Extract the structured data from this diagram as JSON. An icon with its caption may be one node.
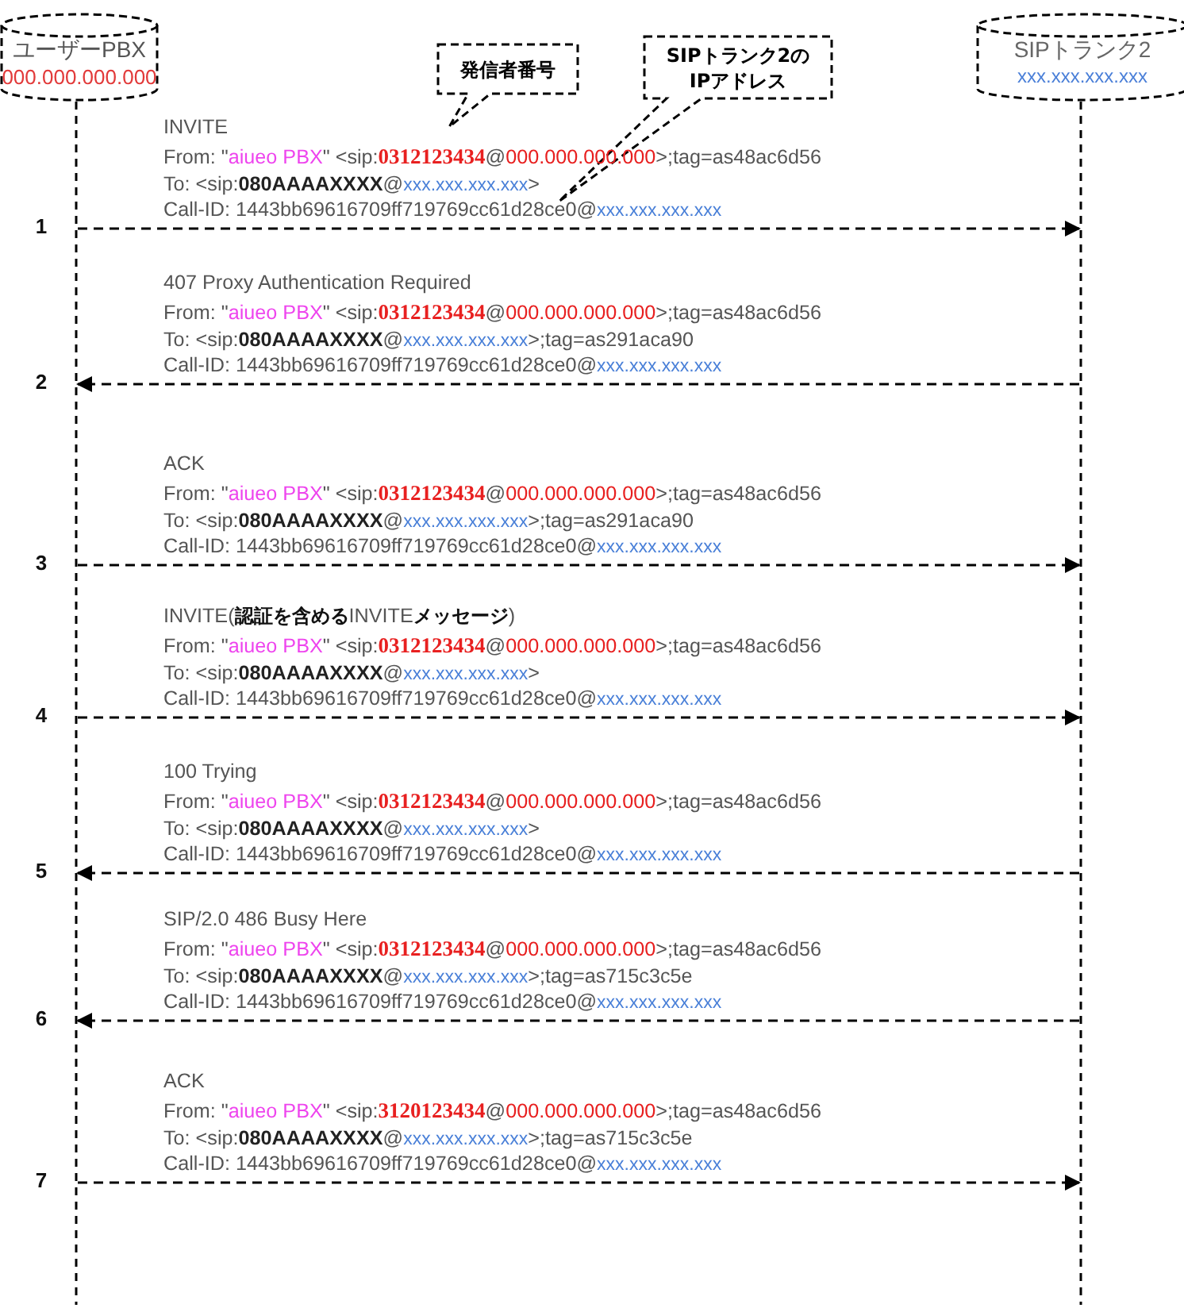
{
  "diagram": {
    "nodes": [
      {
        "text": [
          "ユーザーPBX",
          "000.000.000.000"
        ]
      },
      {
        "text": [
          "SIPトランク2",
          "xxx.xxx.xxx.xxx"
        ]
      },
      {
        "text": [
          "発信者番号"
        ]
      },
      {
        "text": [
          "SIPトランク2のIPアドレス"
        ]
      }
    ],
    "edges": [
      {
        "from": 0,
        "to": 1,
        "arrow": "to",
        "style": "dashed",
        "label": "INVITE"
      },
      {
        "from": 1,
        "to": 0,
        "arrow": "to",
        "style": "dashed",
        "label": "407 Proxy Authentication Required"
      },
      {
        "from": 0,
        "to": 1,
        "arrow": "to",
        "style": "dashed",
        "label": "ACK"
      },
      {
        "from": 0,
        "to": 1,
        "arrow": "to",
        "style": "dashed",
        "label": "INVITE(**認証を含める**INVITE**メッセージ**)"
      },
      {
        "from": 1,
        "to": 0,
        "arrow": "to",
        "style": "dashed",
        "label": "100 Trying"
      },
      {
        "from": 1,
        "to": 0,
        "arrow": "to",
        "style": "dashed",
        "label": "SIP/2.0 486 Busy Here"
      },
      {
        "from": 0,
        "to": 1,
        "arrow": "to",
        "style": "dashed",
        "label": "ACK"
      }
    ],
    "labels": [
      "From: \"aiueo PBX\" <sip:0312123434@000.000.000.000>;tag=as48ac6d56",
      "To: <sip:080AAAAXXXX@xxx.xxx.xxx.xxx>",
      "Call-ID: 1443bb69616709ff719769cc61d28ce0@xxx.xxx.xxx.xxx",
      "1",
      "From: \"aiueo PBX\" <sip:0312123434@000.000.000.000>;tag=as48ac6d56",
      "To: <sip:080AAAAXXXX@xxx.xxx.xxx.xxx>;tag=as291aca90",
      "Call-ID: 1443bb69616709ff719769cc61d28ce0@xxx.xxx.xxx.xxx",
      "2",
      "From: \"aiueo PBX\" <sip:0312123434@000.000.000.000>;tag=as48ac6d56",
      "To: <sip:080AAAAXXXX@xxx.xxx.xxx.xxx>;tag=as291aca90",
      "Call-ID: 1443bb69616709ff719769cc61d28ce0@xxx.xxx.xxx.xxx",
      "3",
      "From: \"aiueo PBX\" <sip:0312123434@000.000.000.000>;tag=as48ac6d56",
      "To: <sip:080AAAAXXXX@xxx.xxx.xxx.xxx>",
      "Call-ID: 1443bb69616709ff719769cc61d28ce0@xxx.xxx.xxx.xxx",
      "4",
      "From: \"aiueo PBX\" <sip:0312123434@000.000.000.000>;tag=as48ac6d56",
      "To: <sip:080AAAAXXXX@xxx.xxx.xxx.xxx>",
      "Call-ID: 1443bb69616709ff719769cc61d28ce0@xxx.xxx.xxx.xxx",
      "5",
      "From: \"aiueo PBX\" <sip:0312123434@000.000.000.000>;tag=as48ac6d56",
      "To: <sip:080AAAAXXXX@xxx.xxx.xxx.xxx>;tag=as715c3c5e",
      "Call-ID: 1443bb69616709ff719769cc61d28ce0@xxx.xxx.xxx.xxx",
      "6",
      "From: \"aiueo PBX\" <sip:3120123434@000.000.000.000>;tag=as48ac6d56",
      "To: <sip:080AAAAXXXX@xxx.xxx.xxx.xxx>;tag=as715c3c5e",
      "Call-ID: 1443bb69616709ff719769cc61d28ce0@xxx.xxx.xxx.xxx",
      "7"
    ]
  }
}
